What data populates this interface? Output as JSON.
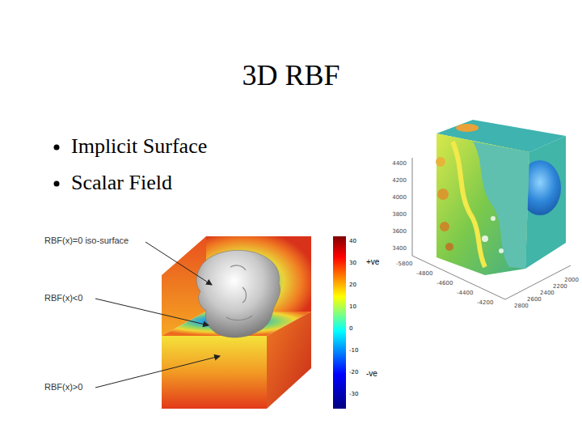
{
  "diagram": {
    "title": "3D RBF",
    "labels": [
      "Implicit Surface",
      "Scalar Field",
      "RBF(x)=0 iso-surface",
      "RBF(x)<0",
      "RBF(x)>0",
      "40",
      "30",
      "20",
      "10",
      "0",
      "-10",
      "-20",
      "-30",
      "+ve",
      "-ve",
      "4400",
      "4200",
      "4000",
      "3800",
      "3600",
      "3400",
      "-5800",
      "-4800",
      "-4600",
      "-4400",
      "-4200",
      "2000",
      "2200",
      "2400",
      "2600",
      "2800"
    ]
  }
}
